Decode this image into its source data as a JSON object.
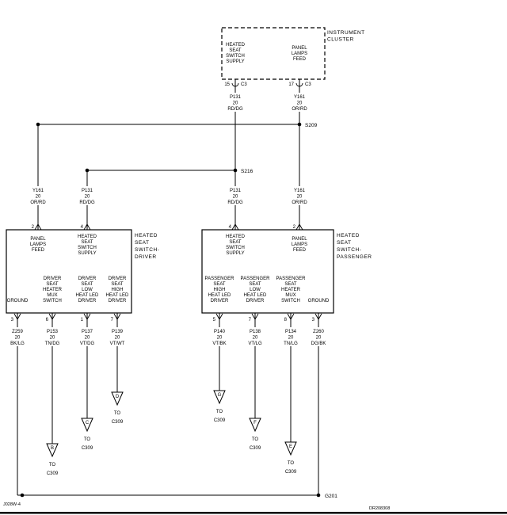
{
  "instrument_cluster": {
    "title": "INSTRUMENT|CLUSTER",
    "supply": {
      "pin": "15",
      "connector": "C3",
      "label": "HEATED|SEAT|SWITCH|SUPPLY"
    },
    "panel_lamps": {
      "pin": "17",
      "connector": "C3",
      "label": "PANEL|LAMPS|FEED"
    }
  },
  "wires": {
    "p131": {
      "circuit": "P131",
      "gauge": "20",
      "color": "RD/DG"
    },
    "y161": {
      "circuit": "Y161",
      "gauge": "20",
      "color": "OR/RD"
    },
    "z259": {
      "circuit": "Z259",
      "gauge": "20",
      "color": "BK/LG"
    },
    "p153": {
      "circuit": "P153",
      "gauge": "20",
      "color": "TN/DG"
    },
    "p137": {
      "circuit": "P137",
      "gauge": "20",
      "color": "VT/DG"
    },
    "p139": {
      "circuit": "P139",
      "gauge": "20",
      "color": "VT/WT"
    },
    "p140": {
      "circuit": "P140",
      "gauge": "20",
      "color": "VT/BK"
    },
    "p138": {
      "circuit": "P138",
      "gauge": "20",
      "color": "VT/LG"
    },
    "p134": {
      "circuit": "P134",
      "gauge": "20",
      "color": "TN/LG"
    },
    "z260": {
      "circuit": "Z260",
      "gauge": "20",
      "color": "DG/BK"
    }
  },
  "splices": {
    "s209": "S209",
    "s216": "S216"
  },
  "ground_label": "G201",
  "driver_switch": {
    "title": "HEATED|SEAT|SWITCH-|DRIVER",
    "panel_lamps": {
      "pin": "2",
      "label": "PANEL|LAMPS|FEED"
    },
    "supply": {
      "pin": "4",
      "label": "HEATED|SEAT|SWITCH|SUPPLY"
    },
    "ground": {
      "pin": "3",
      "label": "GROUND"
    },
    "mux": {
      "pin": "6",
      "label": "DRIVER|SEAT|HEATER|MUX|SWITCH"
    },
    "low_led": {
      "pin": "1",
      "label": "DRIVER|SEAT|LOW|HEAT LED|DRIVER"
    },
    "high_led": {
      "pin": "7",
      "label": "DRIVER|SEAT|HIGH|HEAT LED|DRIVER"
    }
  },
  "passenger_switch": {
    "title": "HEATED|SEAT|SWITCH-|PASSENGER",
    "supply": {
      "pin": "4",
      "label": "HEATED|SEAT|SWITCH|SUPPLY"
    },
    "panel_lamps": {
      "pin": "2",
      "label": "PANEL|LAMPS|FEED"
    },
    "high_led": {
      "pin": "5",
      "label": "PASSENGER|SEAT|HIGH|HEAT LED|DRIVER"
    },
    "low_led": {
      "pin": "7",
      "label": "PASSENGER|SEAT|LOW|HEAT LED|DRIVER"
    },
    "mux": {
      "pin": "8",
      "label": "PASSENGER|SEAT|HEATER|MUX|SWITCH"
    },
    "ground": {
      "pin": "3",
      "label": "GROUND"
    }
  },
  "inline_connectors": {
    "driver_high": {
      "letter": "D",
      "to": "TO",
      "dest": "C309"
    },
    "driver_low": {
      "letter": "C",
      "to": "TO",
      "dest": "C309"
    },
    "driver_mux": {
      "letter": "B",
      "to": "TO",
      "dest": "C309"
    },
    "pass_high": {
      "letter": "G",
      "to": "TO",
      "dest": "C309"
    },
    "pass_low": {
      "letter": "F",
      "to": "TO",
      "dest": "C309"
    },
    "pass_mux": {
      "letter": "E",
      "to": "TO",
      "dest": "C309"
    }
  },
  "footer": {
    "left": "J028W-4",
    "right": "DR208308"
  }
}
